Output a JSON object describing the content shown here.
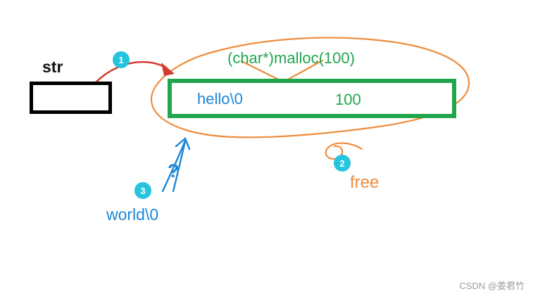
{
  "colors": {
    "green": "#21a54d",
    "blue": "#1b87d6",
    "orange": "#ee8c3c",
    "red": "#d23b2e",
    "cyan": "#26c4de",
    "gray": "#9c9c9c"
  },
  "labels": {
    "str": "str",
    "malloc": "(char*)malloc(100)",
    "hello": "hello\\0",
    "size": "100",
    "free": "free",
    "question": "?",
    "world": "world\\0"
  },
  "badges": {
    "one": "1",
    "two": "2",
    "three": "3"
  },
  "watermark": "CSDN @姜君竹"
}
